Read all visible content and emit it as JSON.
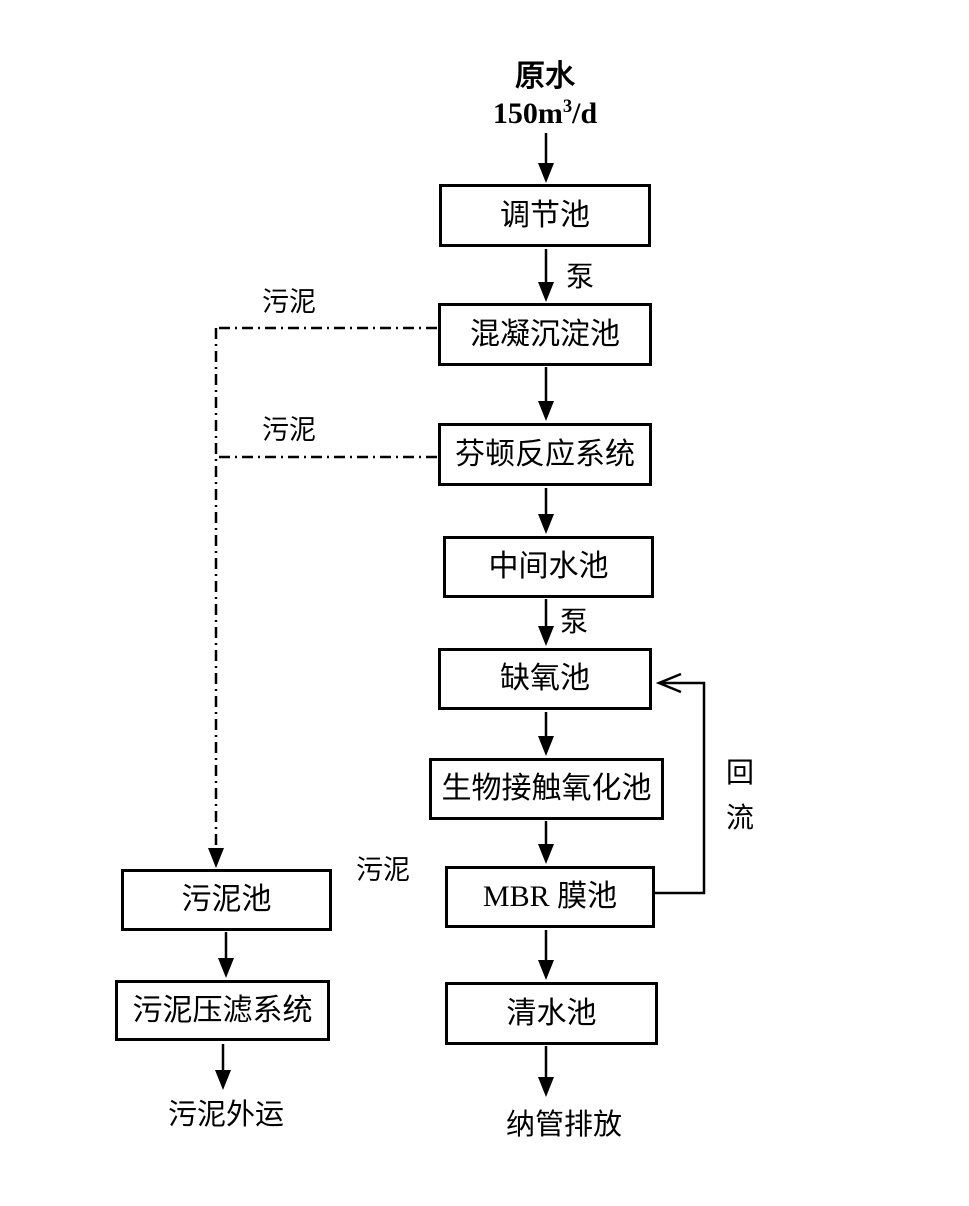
{
  "source": {
    "name": "原水",
    "flow_value": "150m",
    "flow_sup": "3",
    "flow_unit": "/d"
  },
  "process_boxes": {
    "regulating_tank": "调节池",
    "coagulation_sedimentation_tank": "混凝沉淀池",
    "fenton_reaction_system": "芬顿反应系统",
    "intermediate_tank": "中间水池",
    "anoxic_tank": "缺氧池",
    "bio_contact_oxidation_tank": "生物接触氧化池",
    "mbr_membrane_tank": "MBR 膜池",
    "clean_water_tank": "清水池",
    "sludge_tank": "污泥池",
    "sludge_press_system": "污泥压滤系统"
  },
  "labels": {
    "pump_1": "泵",
    "pump_2": "泵",
    "sludge_1": "污泥",
    "sludge_2": "污泥",
    "sludge_3": "污泥",
    "reflux": "回流",
    "sludge_out": "污泥外运",
    "discharge": "纳管排放"
  },
  "colors": {
    "line": "#000000",
    "background": "#ffffff",
    "box_border": "#000000"
  }
}
